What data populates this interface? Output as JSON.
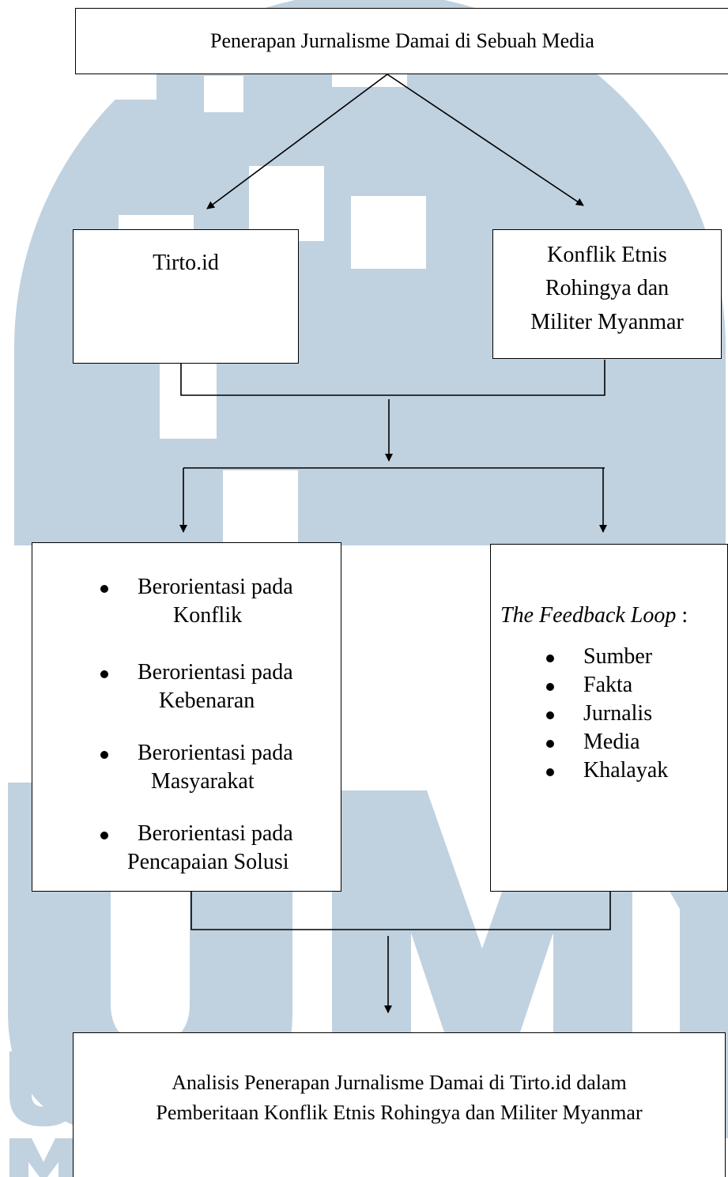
{
  "diagram": {
    "title_box": "Penerapan Jurnalisme Damai di Sebuah Media",
    "left_box": "Tirto.id",
    "right_box_lines": [
      "Konflik Etnis",
      "Rohingya dan",
      "Militer Myanmar"
    ],
    "orientation_items": [
      {
        "line1": "Berorientasi pada",
        "line2": "Konflik"
      },
      {
        "line1": "Berorientasi pada",
        "line2": "Kebenaran"
      },
      {
        "line1": "Berorientasi pada",
        "line2": "Masyarakat"
      },
      {
        "line1": "Berorientasi pada",
        "line2": "Pencapaian Solusi"
      }
    ],
    "feedback_heading": "The Feedback Loop",
    "feedback_colon": " :",
    "feedback_items": [
      "Sumber",
      "Fakta",
      "Jurnalis",
      "Media",
      "Khalayak"
    ],
    "result_lines": [
      "Analisis Penerapan Jurnalisme Damai di Tirto.id dalam",
      "Pemberitaan Konflik Etnis Rohingya dan Militer Myanmar"
    ]
  },
  "watermark": {
    "letters": "UMN",
    "color": "#c0d1df"
  }
}
